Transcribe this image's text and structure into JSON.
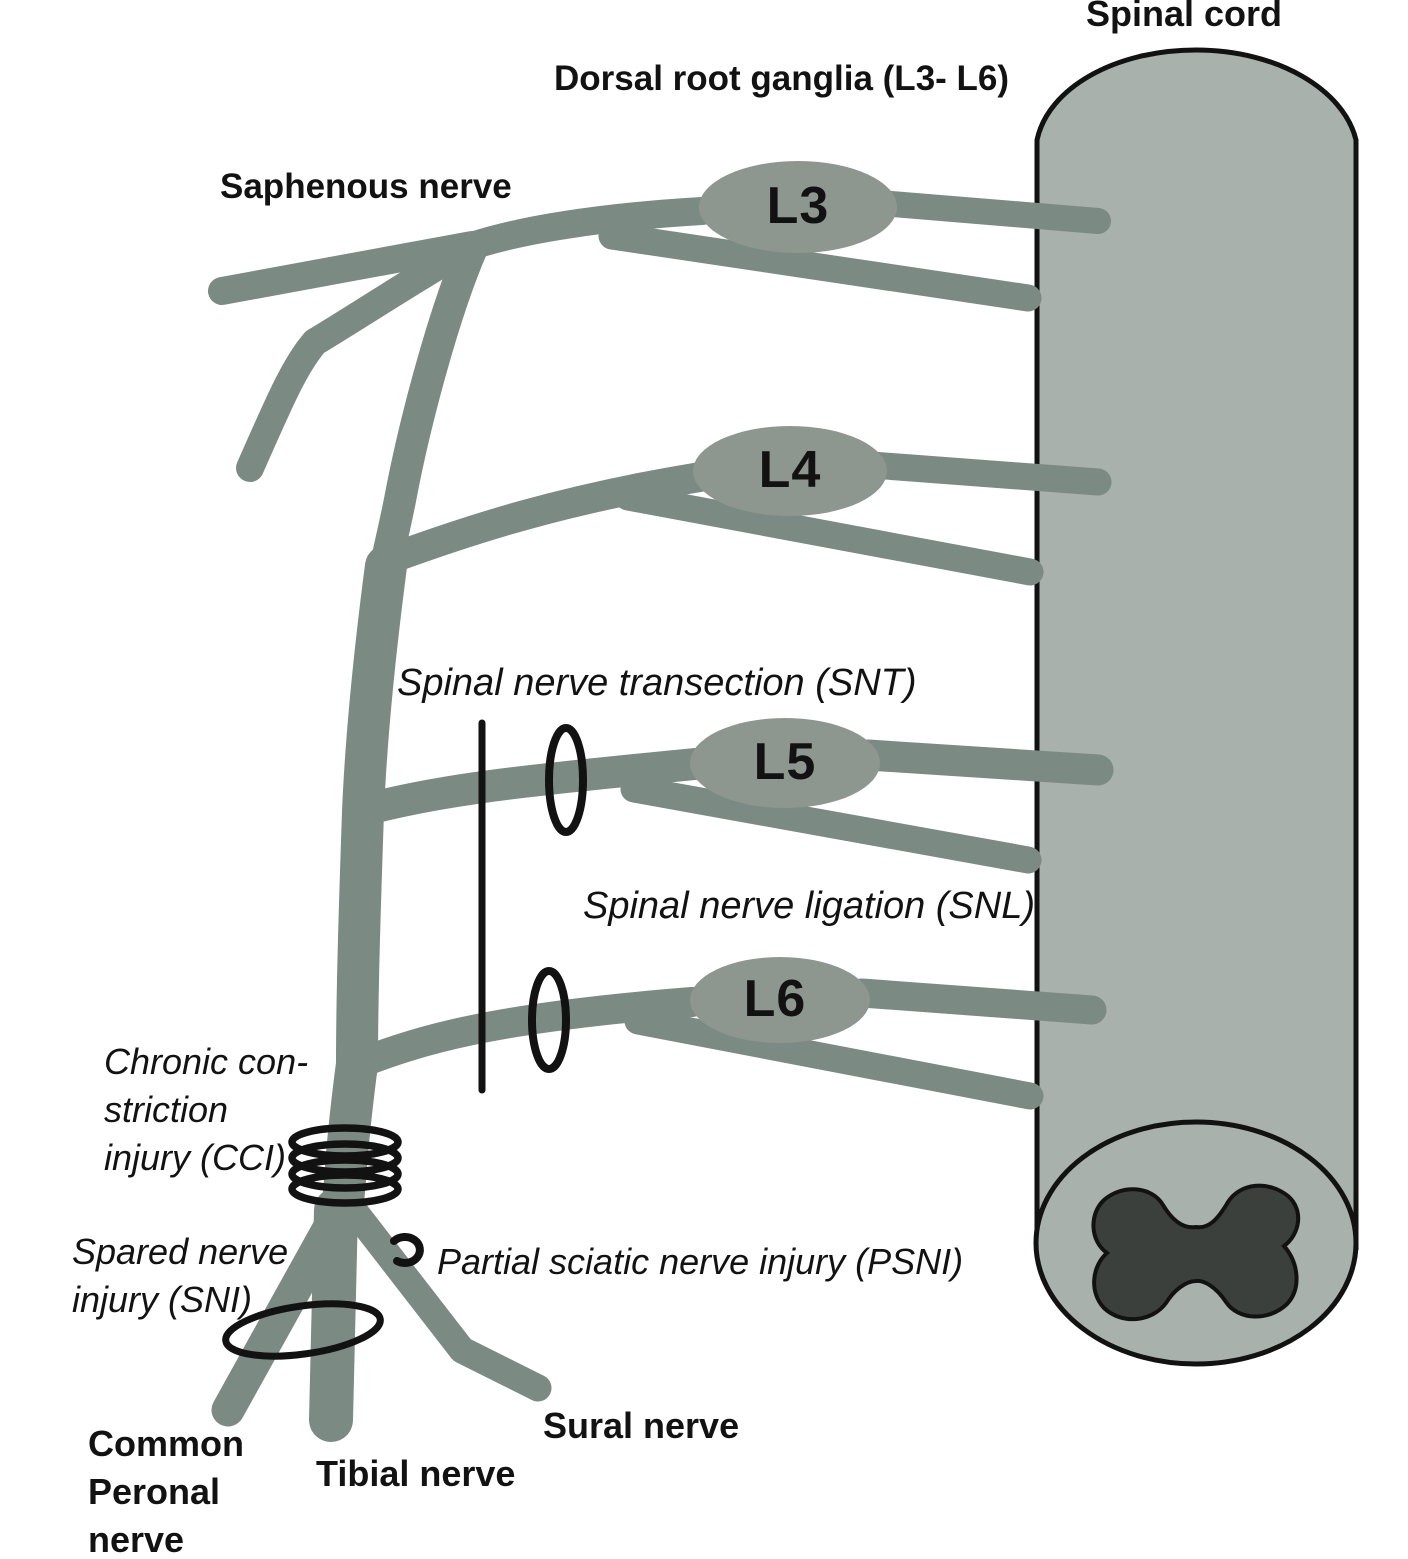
{
  "colors": {
    "nerve": "#7c8a84",
    "ganglion": "#8e978f",
    "cord": "#a8b1ab",
    "gray_matter": "#3b403d",
    "ink": "#121212",
    "background": "#ffffff"
  },
  "header": {
    "spinal_cord": "Spinal cord",
    "dorsal_root_ganglia": "Dorsal root ganglia (L3- L6)"
  },
  "nerve_labels": {
    "saphenous": "Saphenous nerve",
    "sural": "Sural nerve",
    "tibial": "Tibial nerve",
    "common_peroneal": [
      "Common",
      "Peronal",
      "nerve"
    ]
  },
  "ganglia": [
    {
      "label": "L3"
    },
    {
      "label": "L4"
    },
    {
      "label": "L5"
    },
    {
      "label": "L6"
    }
  ],
  "injury_models": {
    "snt": "Spinal nerve transection (SNT)",
    "snl": "Spinal nerve ligation (SNL)",
    "cci": [
      "Chronic con-",
      "striction",
      "injury (CCI)"
    ],
    "sni": [
      "Spared nerve",
      "injury (SNI)"
    ],
    "psni": "Partial sciatic nerve injury (PSNI)"
  }
}
